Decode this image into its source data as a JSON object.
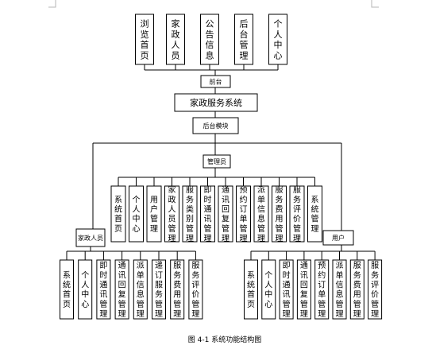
{
  "diagram": {
    "nodes": {
      "front_home": "浏览首页",
      "front_housekeeping_staff": "家政人员",
      "front_announcement": "公告信息",
      "front_admin": "后台管理",
      "front_personal": "个人中心",
      "frontend": "前台",
      "system": "家政服务系统",
      "backend": "后台模块",
      "admin": "管理员",
      "admin_home": "系统首页",
      "admin_personal": "个人中心",
      "admin_user_mgmt": "用户管理",
      "admin_staff_mgmt": "家政人员管理",
      "admin_service_category_mgmt": "服务类别管理",
      "admin_instant_msg_mgmt": "即时通讯管理",
      "admin_msg_reply_mgmt": "通讯回复管理",
      "admin_booking_mgmt": "预约订单管理",
      "admin_dispatch_mgmt": "派单信息管理",
      "admin_fee_mgmt": "服务费用管理",
      "admin_review_mgmt": "服务评价管理",
      "admin_system_mgmt": "系统管理",
      "staff_role": "家政人员",
      "staff_home": "系统首页",
      "staff_personal": "个人中心",
      "staff_instant_msg_mgmt": "即时通讯管理",
      "staff_msg_reply_mgmt": "通讯回复管理",
      "staff_dispatch_mgmt": "派单信息管理",
      "staff_booking_mgmt": "递订服务管理",
      "staff_fee_mgmt": "服务费用管理",
      "staff_review_mgmt": "服务评价管理",
      "user_role": "用户",
      "user_home": "系统首页",
      "user_personal": "个人中心",
      "user_instant_msg_mgmt": "即时通讯管理",
      "user_msg_reply_mgmt": "通讯回复管理",
      "user_booking_mgmt": "预约订单管理",
      "user_dispatch_mgmt": "派单信息管理",
      "user_fee_mgmt": "服务费用管理",
      "user_review_mgmt": "服务评价管理"
    },
    "caption": "图 4-1 系统功能结构图"
  }
}
